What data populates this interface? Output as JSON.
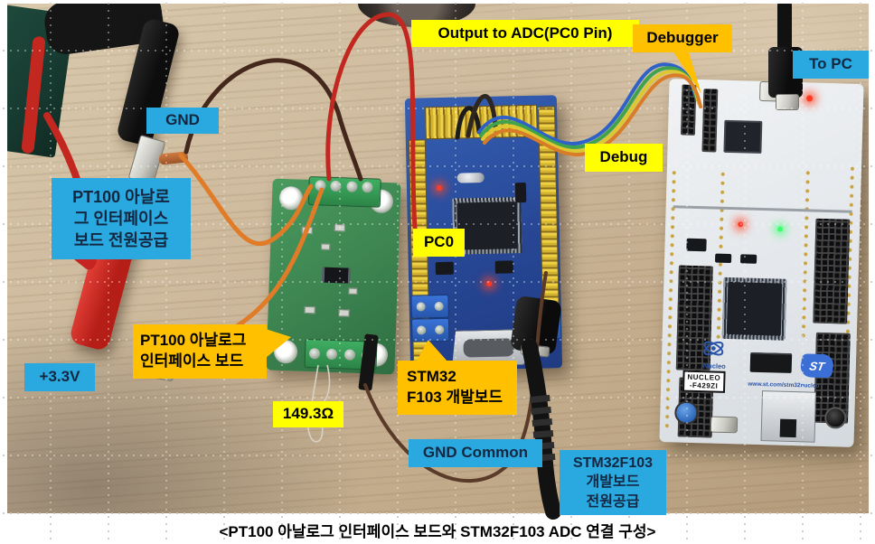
{
  "figure": {
    "caption": "<PT100 아날로그 인터페이스 보드와 STM32F103 ADC 연결 구성>"
  },
  "labels": {
    "output_adc": {
      "text": "Output to ADC(PC0 Pin)",
      "style": "yellow"
    },
    "debugger": {
      "text": "Debugger",
      "style": "orange-callout"
    },
    "to_pc": {
      "text": "To PC",
      "style": "cyan"
    },
    "gnd": {
      "text": "GND",
      "style": "cyan"
    },
    "debug": {
      "text": "Debug",
      "style": "yellow"
    },
    "pt100_power": {
      "lines": [
        "PT100 아날로",
        "그 인터페이스",
        "보드 전원공급"
      ],
      "style": "cyan"
    },
    "pc0": {
      "text": "PC0",
      "style": "yellow"
    },
    "pt100_board": {
      "lines": [
        "PT100 아날로그",
        "인터페이스 보드"
      ],
      "style": "orange-callout"
    },
    "supply_3v3": {
      "text": "+3.3V",
      "style": "cyan"
    },
    "resistor_value": {
      "text": "149.3Ω",
      "style": "yellow"
    },
    "stm32_board": {
      "lines": [
        "STM32",
        "F103 개발보드"
      ],
      "style": "orange-callout"
    },
    "gnd_common": {
      "text": "GND Common",
      "style": "cyan"
    },
    "stm32_power": {
      "lines": [
        "STM32F103",
        "개발보드",
        "전원공급"
      ],
      "style": "cyan"
    }
  },
  "colors": {
    "label_yellow": "#ffff00",
    "label_orange": "#ffc000",
    "label_cyan": "#29a9e0",
    "cyan_text": "#142741",
    "wire_orange": "#e07b28",
    "wire_red": "#c2281f",
    "wire_brown": "#5a3a28"
  },
  "components": {
    "nucleo": {
      "logo_text": "Nucleo",
      "model_line1": "NUCLEO",
      "model_line2": "-F429ZI",
      "url": "www.st.com/stm32nucleo",
      "st_logo": "ST"
    }
  }
}
